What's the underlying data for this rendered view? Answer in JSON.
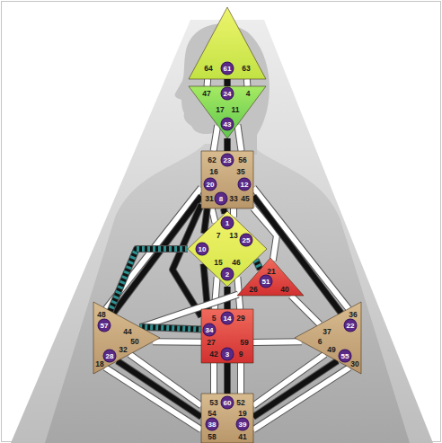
{
  "diagram": {
    "nodes": [
      {
        "text": [
          "64",
          "61",
          "63"
        ]
      },
      {
        "text": [
          "47",
          "24",
          "4",
          "17",
          "11",
          "43"
        ]
      },
      {
        "text": [
          "62",
          "23",
          "56",
          "16",
          "35",
          "20",
          "12",
          "31",
          "8",
          "33",
          "45"
        ]
      },
      {
        "text": [
          "1",
          "7",
          "13",
          "25",
          "10",
          "15",
          "46",
          "2"
        ]
      },
      {
        "text": [
          "21",
          "51",
          "26",
          "40"
        ]
      },
      {
        "text": [
          "48",
          "57",
          "44",
          "50",
          "32",
          "28",
          "18"
        ]
      },
      {
        "text": [
          "5",
          "14",
          "29",
          "34",
          "27",
          "59",
          "42",
          "3",
          "9"
        ]
      },
      {
        "text": [
          "36",
          "22",
          "37",
          "6",
          "49",
          "55",
          "30"
        ]
      },
      {
        "text": [
          "53",
          "60",
          "52",
          "54",
          "19",
          "38",
          "39",
          "58",
          "41"
        ]
      }
    ],
    "edges": [
      {
        "from": 0,
        "to": 1,
        "arrow": "none"
      },
      {
        "from": 0,
        "to": 1,
        "arrow": "none"
      },
      {
        "from": 0,
        "to": 1,
        "arrow": "none"
      },
      {
        "from": 1,
        "to": 2,
        "arrow": "none"
      },
      {
        "from": 1,
        "to": 2,
        "arrow": "none"
      },
      {
        "from": 1,
        "to": 2,
        "arrow": "none"
      },
      {
        "from": 2,
        "to": 3,
        "arrow": "none"
      },
      {
        "from": 2,
        "to": 3,
        "arrow": "none"
      },
      {
        "from": 2,
        "to": 3,
        "arrow": "none"
      },
      {
        "from": 2,
        "to": 3,
        "arrow": "none"
      },
      {
        "from": 2,
        "to": 4,
        "arrow": "none"
      },
      {
        "from": 2,
        "to": 5,
        "arrow": "none"
      },
      {
        "from": 2,
        "to": 5,
        "arrow": "none"
      },
      {
        "from": 2,
        "to": 6,
        "arrow": "none"
      },
      {
        "from": 2,
        "to": 7,
        "arrow": "none"
      },
      {
        "from": 2,
        "to": 7,
        "arrow": "none"
      },
      {
        "from": 3,
        "to": 4,
        "arrow": "none"
      },
      {
        "from": 3,
        "to": 5,
        "arrow": "none"
      },
      {
        "from": 3,
        "to": 6,
        "arrow": "none"
      },
      {
        "from": 3,
        "to": 6,
        "arrow": "none"
      },
      {
        "from": 3,
        "to": 6,
        "arrow": "none"
      },
      {
        "from": 3,
        "to": 6,
        "arrow": "none"
      },
      {
        "from": 4,
        "to": 5,
        "arrow": "none"
      },
      {
        "from": 4,
        "to": 7,
        "arrow": "none"
      },
      {
        "from": 5,
        "to": 6,
        "arrow": "none"
      },
      {
        "from": 5,
        "to": 6,
        "arrow": "none"
      },
      {
        "from": 6,
        "to": 7,
        "arrow": "none"
      },
      {
        "from": 6,
        "to": 8,
        "arrow": "none"
      },
      {
        "from": 6,
        "to": 8,
        "arrow": "none"
      },
      {
        "from": 6,
        "to": 8,
        "arrow": "none"
      },
      {
        "from": 5,
        "to": 8,
        "arrow": "none"
      },
      {
        "from": 5,
        "to": 8,
        "arrow": "none"
      },
      {
        "from": 5,
        "to": 8,
        "arrow": "none"
      },
      {
        "from": 7,
        "to": 8,
        "arrow": "none"
      },
      {
        "from": 7,
        "to": 8,
        "arrow": "none"
      },
      {
        "from": 7,
        "to": 8,
        "arrow": "none"
      }
    ]
  }
}
